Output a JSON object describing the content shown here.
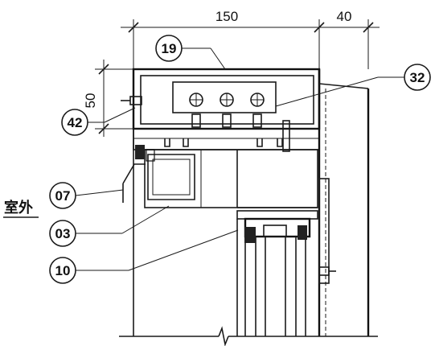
{
  "dimensions": {
    "top_left": "150",
    "top_right": "40",
    "left_vertical": "50"
  },
  "callouts": [
    {
      "id": "19"
    },
    {
      "id": "32"
    },
    {
      "id": "42"
    },
    {
      "id": "07"
    },
    {
      "id": "03"
    },
    {
      "id": "10"
    }
  ],
  "side_label": "室外"
}
